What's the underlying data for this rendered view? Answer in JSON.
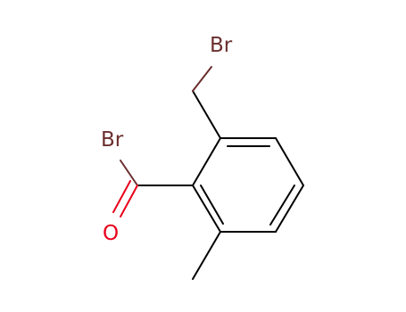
{
  "molecule": {
    "atoms": {
      "br_top": "Br",
      "br_left": "Br",
      "oxygen": "O"
    },
    "colors": {
      "bond": "#000000",
      "bromine": "#6b2e2e",
      "oxygen": "#e8001c"
    }
  }
}
